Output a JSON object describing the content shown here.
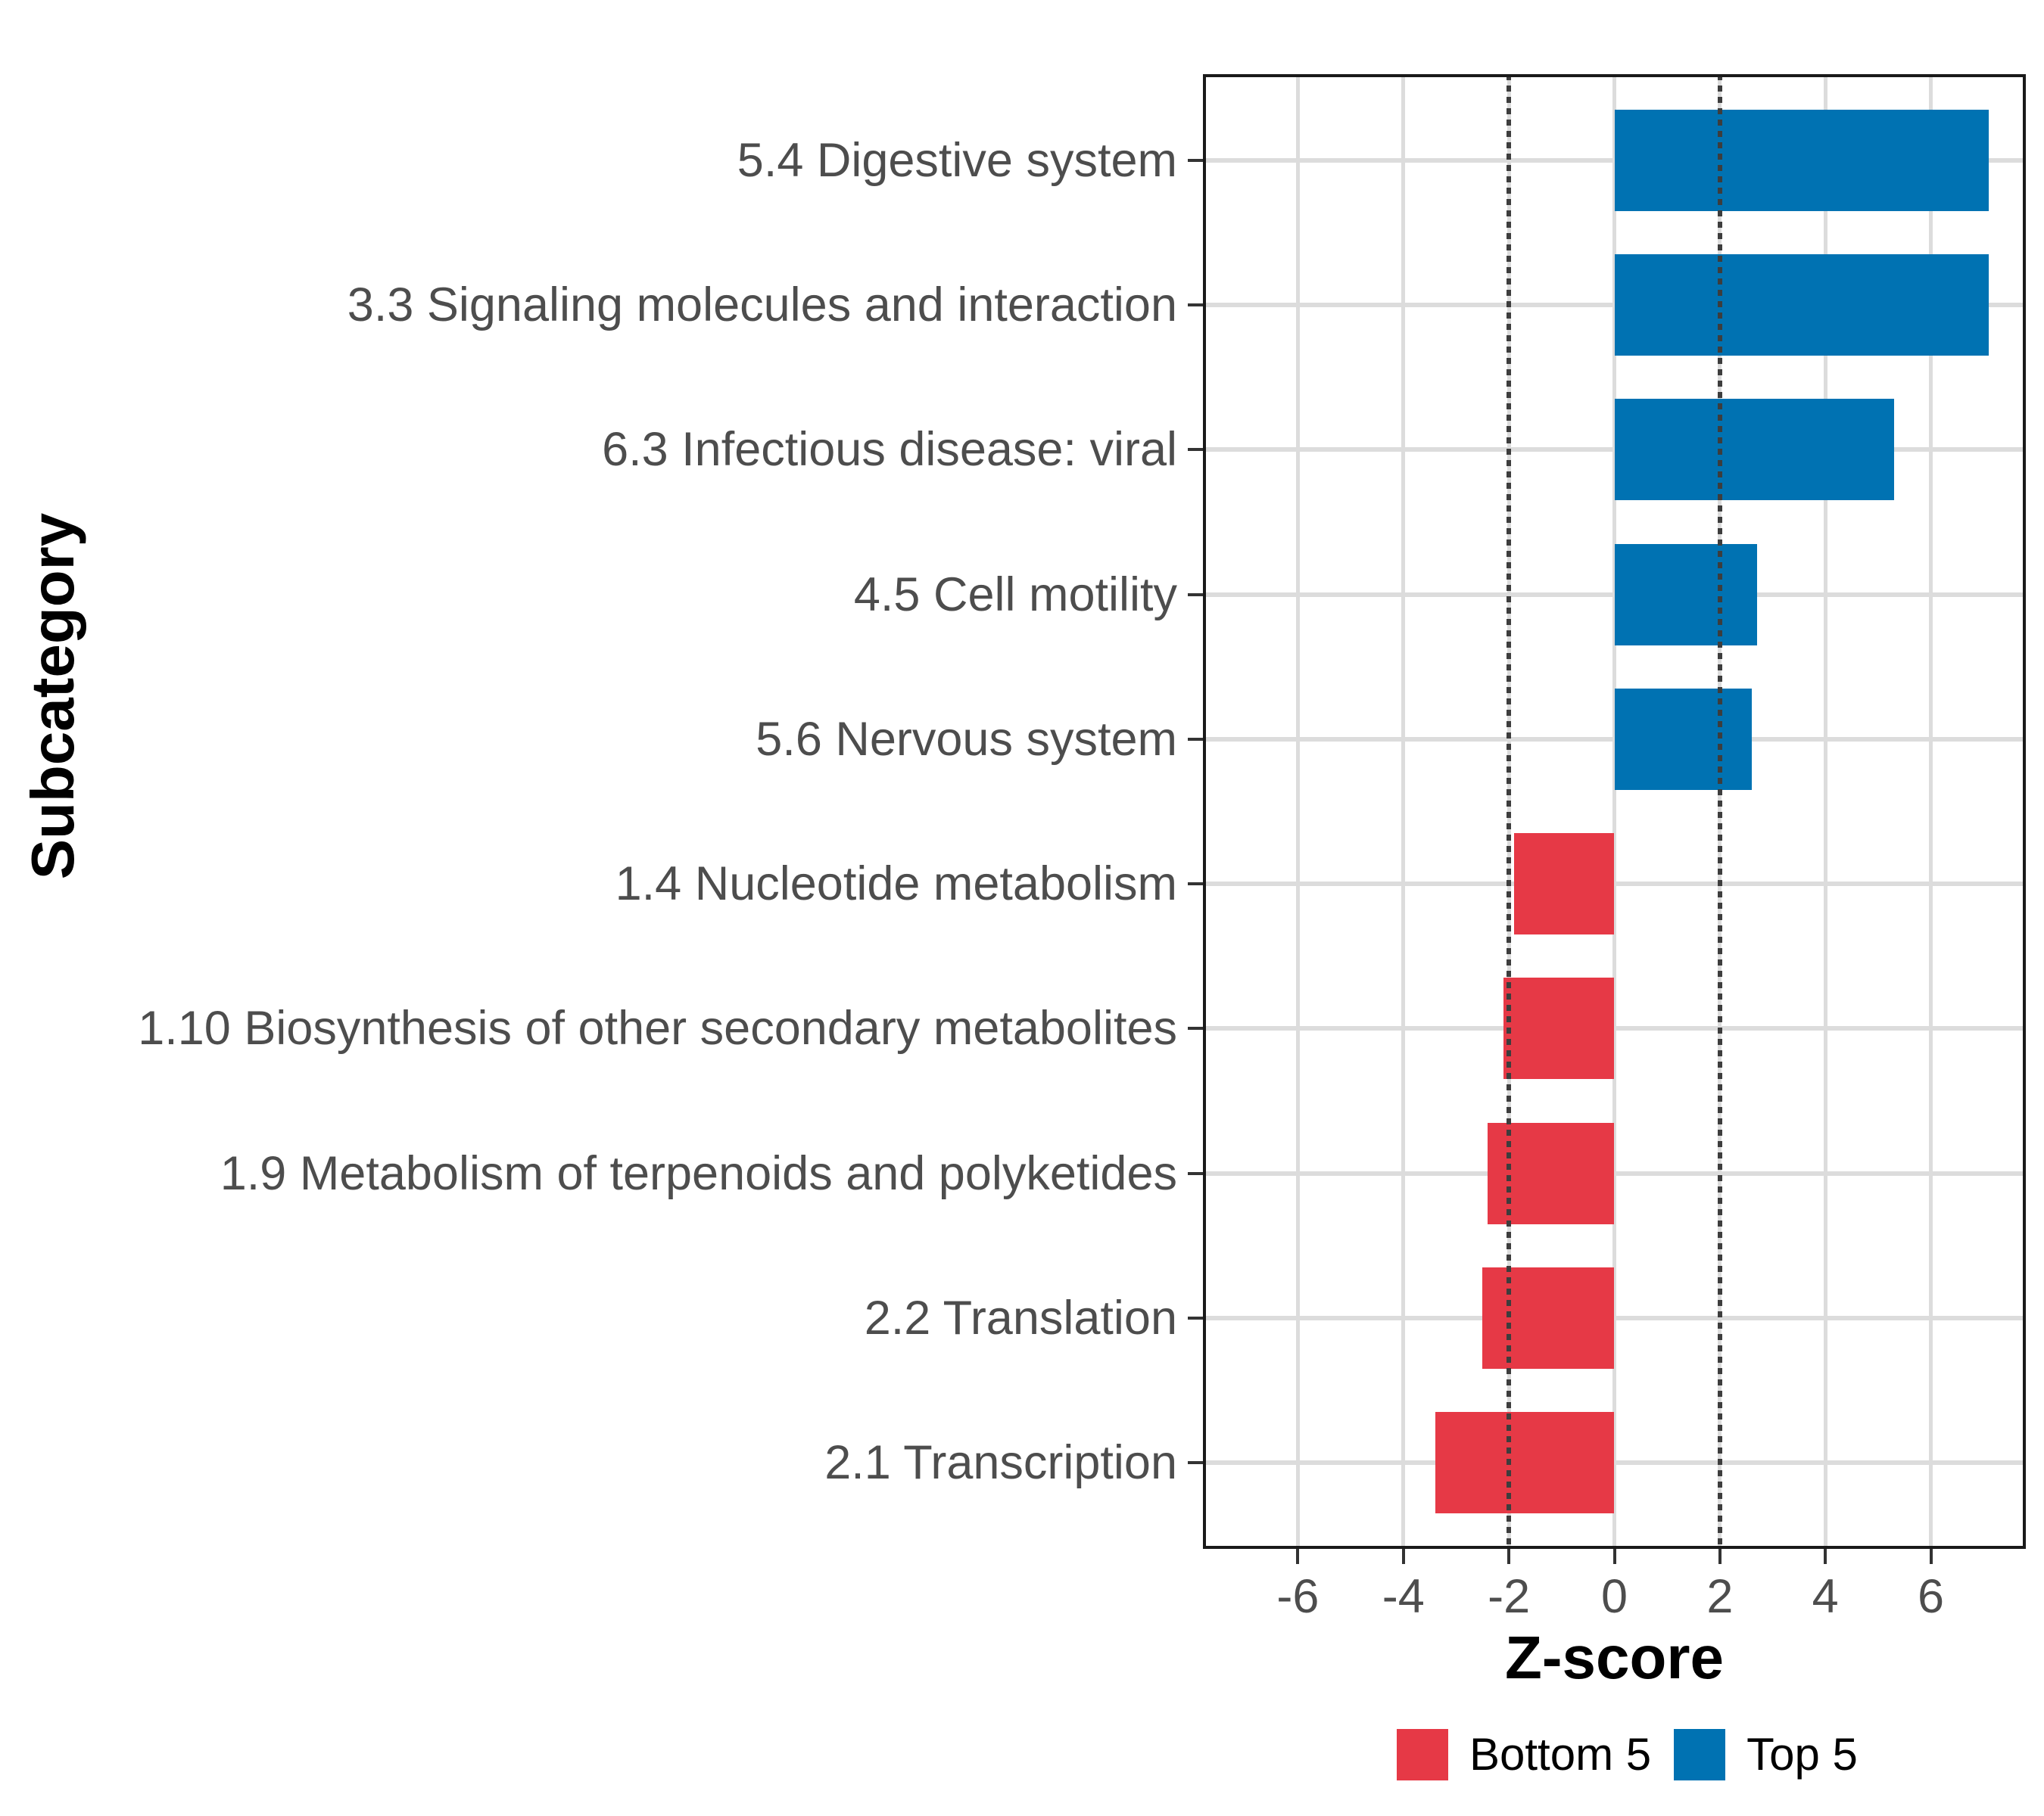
{
  "chart_data": {
    "type": "bar",
    "orientation": "horizontal",
    "xlabel": "Z-score",
    "ylabel": "Subcategory",
    "xlim": [
      -7.8,
      7.8
    ],
    "x_tick_values": [
      -6,
      -4,
      -2,
      0,
      2,
      4,
      6
    ],
    "x_tick_labels": [
      "-6",
      "-4",
      "-2",
      "0",
      "2",
      "4",
      "6"
    ],
    "reference_lines": [
      -2,
      2
    ],
    "grid": true,
    "legend_position": "bottom",
    "categories": [
      "5.4 Digestive system",
      "3.3 Signaling molecules and interaction",
      "6.3 Infectious disease: viral",
      "4.5 Cell motility",
      "5.6 Nervous system",
      "1.4 Nucleotide metabolism",
      "1.10 Biosynthesis of other secondary metabolites",
      "1.9 Metabolism of terpenoids and polyketides",
      "2.2 Translation",
      "2.1 Transcription"
    ],
    "values": [
      7.1,
      7.1,
      5.3,
      2.7,
      2.6,
      -1.9,
      -2.1,
      -2.4,
      -2.5,
      -3.4
    ],
    "groups": [
      "Top 5",
      "Top 5",
      "Top 5",
      "Top 5",
      "Top 5",
      "Bottom 5",
      "Bottom 5",
      "Bottom 5",
      "Bottom 5",
      "Bottom 5"
    ],
    "legend": [
      {
        "label": "Bottom 5",
        "color": "#E63946"
      },
      {
        "label": "Top 5",
        "color": "#0072B2"
      }
    ]
  }
}
